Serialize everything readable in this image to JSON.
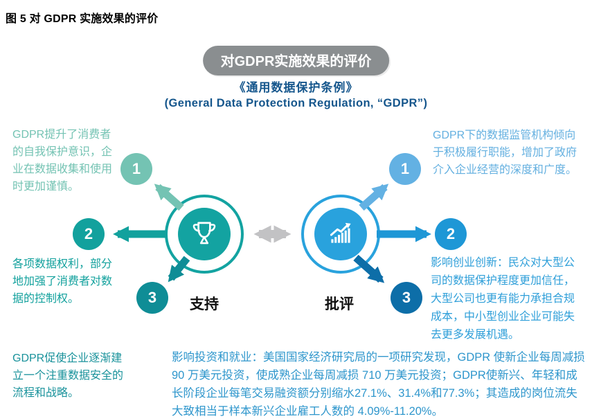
{
  "figure_title": "图 5 对 GDPR 实施效果的评价",
  "badge": {
    "label": "对GDPR实施效果的评价"
  },
  "subtitle": {
    "line1": "《通用数据保护条例》",
    "line2": "(General Data Protection Regulation, “GDPR”)"
  },
  "support": {
    "label": "支持",
    "icon": "trophy-icon",
    "points": [
      {
        "num": "1",
        "text": "GDPR提升了消费者的自我保护意识，企业在数据收集和使用时更加谨慎。"
      },
      {
        "num": "2",
        "text": "各项数据权利，部分地加强了消费者对数据的控制权。"
      },
      {
        "num": "3",
        "text": "GDPR促使企业逐渐建立一个注重数据安全的流程和战略。"
      }
    ]
  },
  "criticism": {
    "label": "批评",
    "icon": "bar-chart-rising-icon",
    "points": [
      {
        "num": "1",
        "text": "GDPR下的数据监管机构倾向于积极履行职能，增加了政府介入企业经营的深度和广度。"
      },
      {
        "num": "2",
        "text": "影响创业创新：民众对大型公司的数据保护程度更加信任，大型公司也更有能力承担合规成本，中小型创业企业可能失去更多发展机遇。"
      },
      {
        "num": "3",
        "text": "影响投资和就业：美国国家经济研究局的一项研究发现，GDPR 使新企业每周减损 90 万美元投资，使成熟企业每周减损 710 万美元投资；GDPR使新兴、年轻和成长阶段企业每笔交易融资额分别缩水27.1%、31.4%和77.3%；其造成的岗位流失大致相当于样本新兴企业雇工人数的 4.09%-11.20%。"
      }
    ]
  },
  "colors": {
    "support_light": "#74c3b3",
    "support_mid": "#12a19d",
    "support_dark": "#0f8d96",
    "support_core": "#13a3a1",
    "criticism_light": "#63b1e3",
    "criticism_mid": "#1e97d6",
    "criticism_dark": "#0d6ea8",
    "criticism_core": "#29a2dd",
    "badge_gray": "#8a8e90",
    "subtitle_blue": "#15568c",
    "neutral_arrow": "#c2c2c4"
  }
}
